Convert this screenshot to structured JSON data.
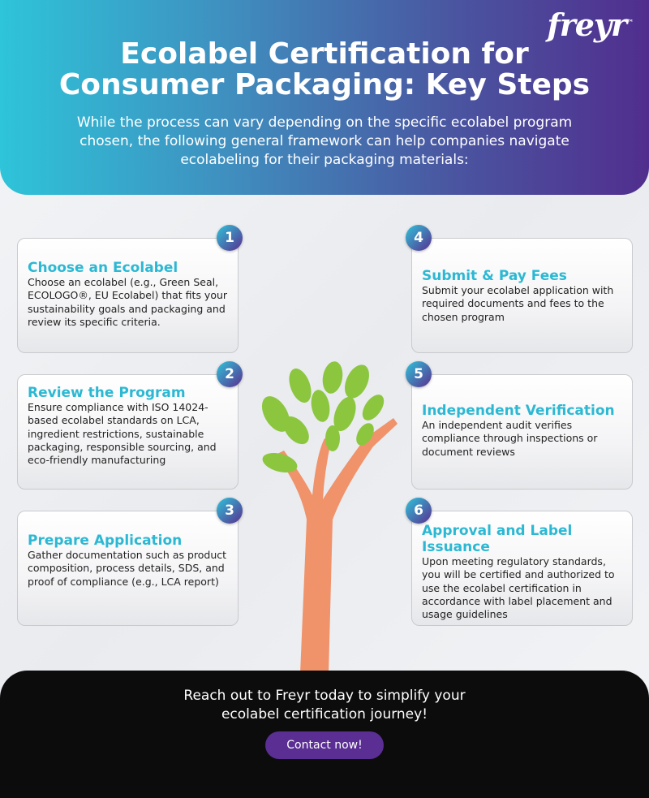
{
  "brand": {
    "logo": "freyr",
    "tm": "™"
  },
  "header": {
    "title_line1": "Ecolabel Certification for",
    "title_line2": "Consumer Packaging: Key Steps",
    "subtitle": "While the process can vary depending on the specific ecolabel program chosen, the following general framework can help companies navigate ecolabeling for their packaging materials:"
  },
  "steps": [
    {
      "num": "1",
      "title": "Choose an Ecolabel",
      "text": "Choose an ecolabel (e.g., Green Seal, ECOLOGO®, EU Ecolabel) that fits your sustainability goals and packaging and review its specific criteria."
    },
    {
      "num": "2",
      "title": "Review the Program",
      "text": "Ensure compliance with ISO 14024-based ecolabel standards on LCA, ingredient restrictions, sustainable packaging, responsible sourcing, and eco-friendly manufacturing"
    },
    {
      "num": "3",
      "title": "Prepare Application",
      "text": "Gather documentation such as product composition, process details, SDS, and proof of compliance (e.g., LCA report)"
    },
    {
      "num": "4",
      "title": "Submit & Pay Fees",
      "text": "Submit your ecolabel application with required documents and fees to the chosen program"
    },
    {
      "num": "5",
      "title": "Independent Verification",
      "text": "An independent audit verifies compliance through inspections or document reviews"
    },
    {
      "num": "6",
      "title": "Approval and Label Issuance",
      "text": "Upon meeting regulatory standards, you will be certified and authorized to use the ecolabel certification in accordance with label placement and usage guidelines"
    }
  ],
  "footer": {
    "message_line1": "Reach out to Freyr today to simplify your",
    "message_line2": "ecolabel certification journey!",
    "button": "Contact now!"
  },
  "colors": {
    "accent": "#2cb8d3",
    "purple": "#5a2e93",
    "leaf": "#8cc63f",
    "hand": "#f0926a"
  }
}
